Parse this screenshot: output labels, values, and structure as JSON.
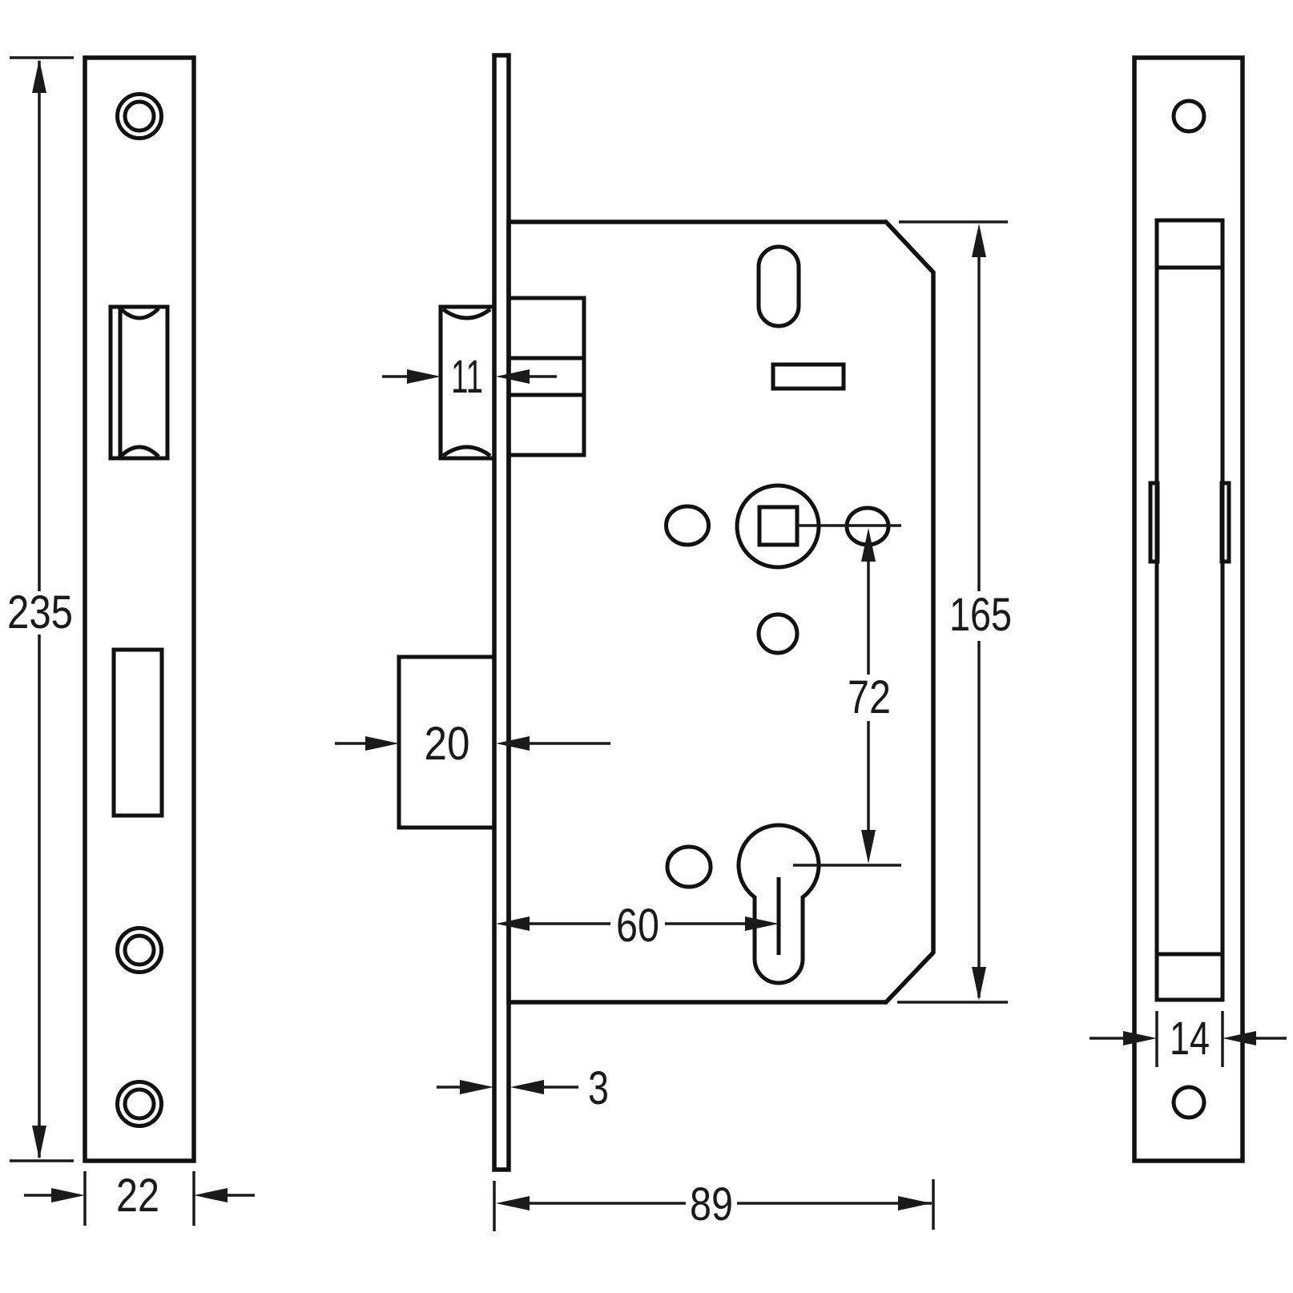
{
  "dims": {
    "plate_height": "235",
    "plate_width": "22",
    "latch_protrusion": "11",
    "deadbolt_protrusion": "20",
    "faceplate_thickness": "3",
    "backset": "60",
    "body_depth": "89",
    "follower_to_cylinder": "72",
    "body_height": "165",
    "case_width": "14"
  }
}
